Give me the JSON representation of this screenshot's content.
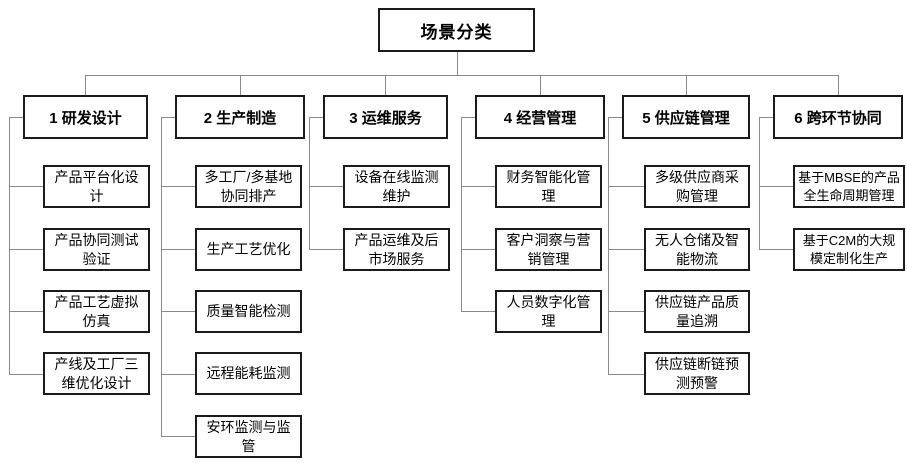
{
  "root": {
    "label": "场景分类"
  },
  "columns": [
    {
      "header": "1 研发设计",
      "children": [
        "产品平台化设计",
        "产品协同测试验证",
        "产品工艺虚拟仿真",
        "产线及工厂三维优化设计"
      ]
    },
    {
      "header": "2 生产制造",
      "children": [
        "多工厂/多基地协同排产",
        "生产工艺优化",
        "质量智能检测",
        "远程能耗监测",
        "安环监测与监管"
      ]
    },
    {
      "header": "3 运维服务",
      "children": [
        "设备在线监测维护",
        "产品运维及后市场服务"
      ]
    },
    {
      "header": "4 经营管理",
      "children": [
        "财务智能化管理",
        "客户洞察与营销管理",
        "人员数字化管理"
      ]
    },
    {
      "header": "5 供应链管理",
      "children": [
        "多级供应商采购管理",
        "无人仓储及智能物流",
        "供应链产品质量追溯",
        "供应链断链预测预警"
      ]
    },
    {
      "header": "6 跨环节协同",
      "children": [
        "基于MBSE的产品全生命周期管理",
        "基于C2M的大规模定制化生产"
      ]
    }
  ],
  "colors": {
    "background": "#ffffff",
    "box_border": "#1b1b1b",
    "connector": "#8a8a8a",
    "text": "#000000"
  }
}
